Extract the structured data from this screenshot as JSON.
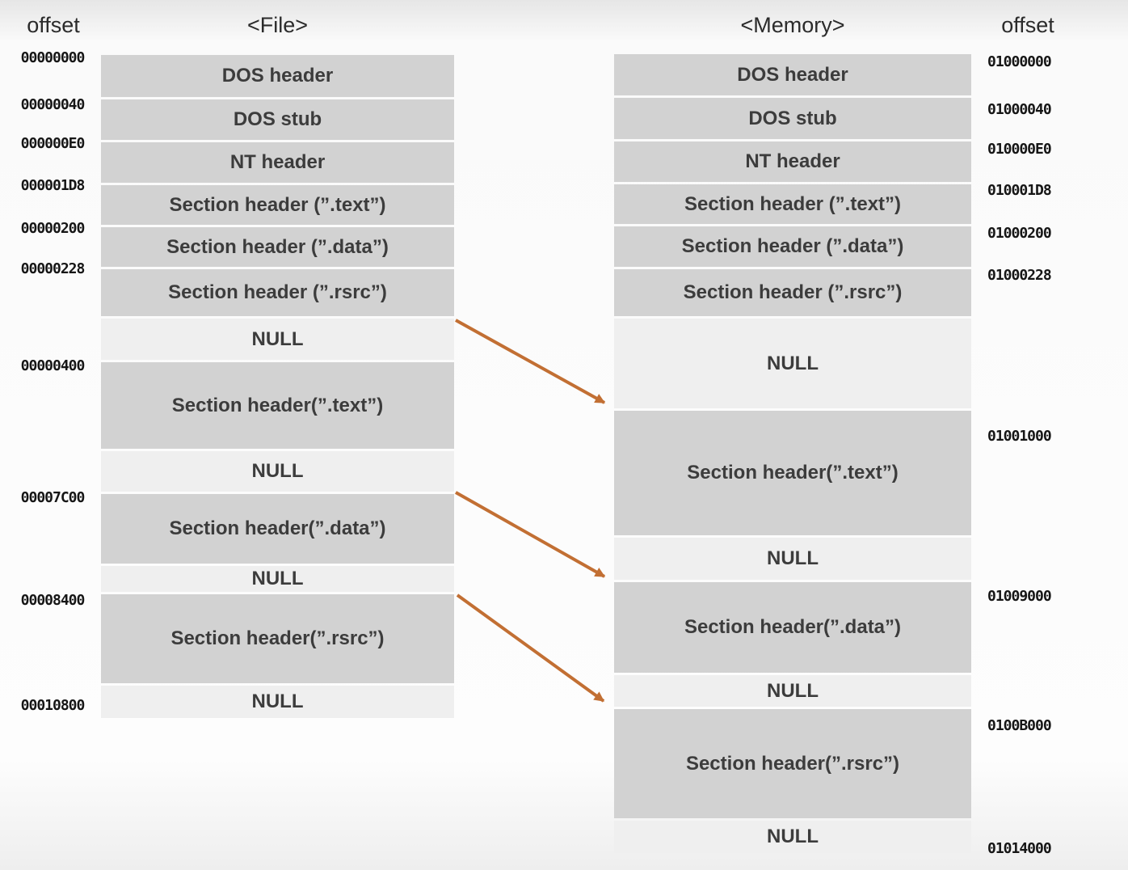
{
  "left_axis_title": "offset",
  "right_axis_title": "offset",
  "colors": {
    "section_fill": "#d2d2d2",
    "null_fill": "#efefef",
    "arrow": "#c26f33",
    "text": "#3c3c3c"
  },
  "file": {
    "title": "<File>",
    "offsets": [
      "00000000",
      "00000040",
      "000000E0",
      "000001D8",
      "00000200",
      "00000228",
      "00000400",
      "00007C00",
      "00008400",
      "00010800"
    ],
    "blocks": [
      "DOS header",
      "DOS stub",
      "NT header",
      "Section header (”.text”)",
      "Section header (”.data”)",
      "Section header (”.rsrc”)",
      "NULL",
      "Section header(”.text”)",
      "NULL",
      "Section header(”.data”)",
      "NULL",
      "Section header(”.rsrc”)",
      "NULL"
    ]
  },
  "memory": {
    "title": "<Memory>",
    "offsets": [
      "01000000",
      "01000040",
      "010000E0",
      "010001D8",
      "01000200",
      "01000228",
      "01001000",
      "01009000",
      "0100B000",
      "01014000"
    ],
    "blocks": [
      "DOS header",
      "DOS stub",
      "NT header",
      "Section header (”.text”)",
      "Section header (”.data”)",
      "Section header (”.rsrc”)",
      "NULL",
      "Section header(”.text”)",
      "NULL",
      "Section header(”.data”)",
      "NULL",
      "Section header(”.rsrc”)",
      "NULL"
    ]
  },
  "arrows": [
    {
      "from_file_offset": "00000400",
      "to_memory_offset": "01001000"
    },
    {
      "from_file_offset": "00007C00",
      "to_memory_offset": "01009000"
    },
    {
      "from_file_offset": "00008400",
      "to_memory_offset": "0100B000"
    }
  ]
}
